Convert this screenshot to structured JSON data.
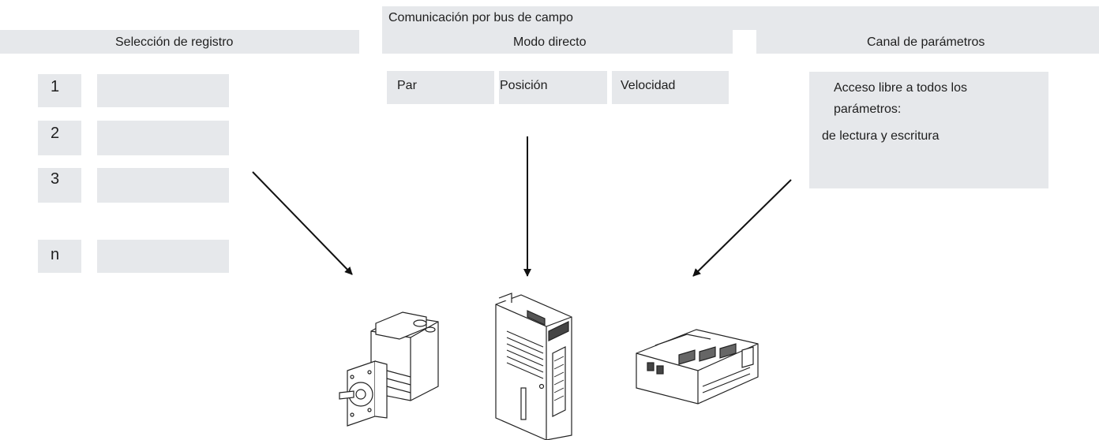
{
  "header": {
    "title": "Comunicación por bus de campo",
    "left_label": "Selección de registro",
    "center_label": "Modo directo",
    "right_label": "Canal de parámetros"
  },
  "record_selection": {
    "rows": [
      {
        "label": "1"
      },
      {
        "label": "2"
      },
      {
        "label": "3"
      },
      {
        "label": "n"
      }
    ]
  },
  "direct_mode": {
    "cells": [
      "Par",
      "Posición",
      "Velocidad"
    ]
  },
  "parameter_channel": {
    "line1": "Acceso libre a todos los",
    "line2": "parámetros:",
    "line3": "de lectura y escritura"
  },
  "devices": [
    {
      "name": "integrated-motor-icon"
    },
    {
      "name": "servo-drive-icon"
    },
    {
      "name": "controller-unit-icon"
    }
  ]
}
